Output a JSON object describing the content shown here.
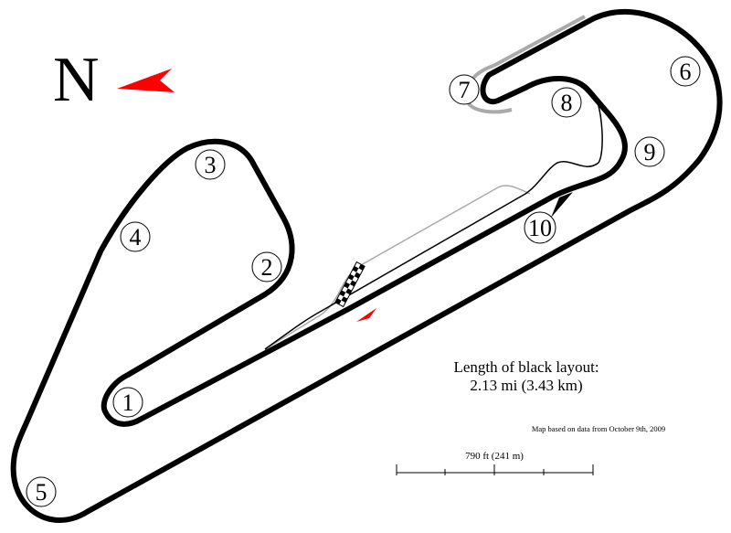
{
  "compass": {
    "label": "N",
    "arrow_color": "#ff0000"
  },
  "turns": [
    {
      "number": "1"
    },
    {
      "number": "2"
    },
    {
      "number": "3"
    },
    {
      "number": "4"
    },
    {
      "number": "5"
    },
    {
      "number": "6"
    },
    {
      "number": "7"
    },
    {
      "number": "8"
    },
    {
      "number": "9"
    },
    {
      "number": "10"
    }
  ],
  "length_info": {
    "title": "Length of black layout:",
    "value": "2.13 mi (3.43 km)"
  },
  "source_note": "Map based on data from  October 9th, 2009",
  "scale_bar": {
    "label": "790 ft (241 m)"
  },
  "colors": {
    "main_track": "#000000",
    "alt_track": "#aaaaaa",
    "direction_arrow": "#ff0000",
    "turn10_marker": "#000000"
  }
}
